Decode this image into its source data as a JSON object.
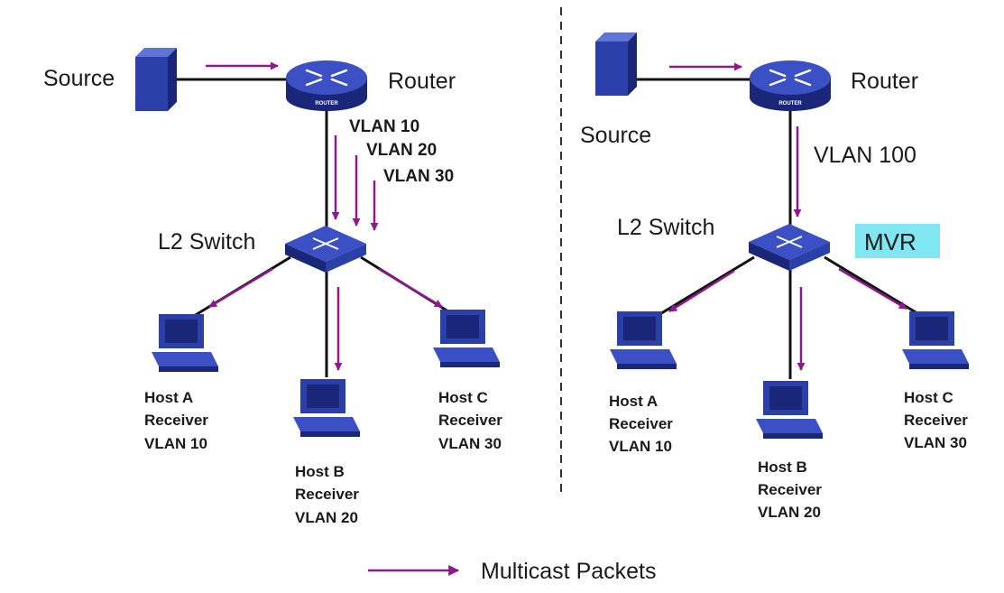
{
  "colors": {
    "arrow": "#8b1a8b",
    "link": "#111111",
    "device": "#2b3fa8",
    "device_dark": "#1a2677",
    "device_light": "#5f74d6",
    "mvr_bg": "#7fe6f2",
    "divider": "#333333"
  },
  "icons": {
    "source": "server-tower-icon",
    "router": "router-icon",
    "switch": "l2-switch-icon",
    "host": "desktop-computer-icon"
  },
  "left": {
    "source_label": "Source",
    "router_label": "Router",
    "router_badge": "ROUTER",
    "switch_label": "L2 Switch",
    "vlans": [
      "VLAN 10",
      "VLAN 20",
      "VLAN 30"
    ],
    "hosts": [
      {
        "name": "Host A",
        "role": "Receiver",
        "vlan": "VLAN 10"
      },
      {
        "name": "Host B",
        "role": "Receiver",
        "vlan": "VLAN 20"
      },
      {
        "name": "Host C",
        "role": "Receiver",
        "vlan": "VLAN 30"
      }
    ]
  },
  "right": {
    "source_label": "Source",
    "router_label": "Router",
    "router_badge": "ROUTER",
    "switch_label": "L2 Switch",
    "vlan": "VLAN 100",
    "mvr_label": "MVR",
    "hosts": [
      {
        "name": "Host A",
        "role": "Receiver",
        "vlan": "VLAN 10"
      },
      {
        "name": "Host B",
        "role": "Receiver",
        "vlan": "VLAN 20"
      },
      {
        "name": "Host C",
        "role": "Receiver",
        "vlan": "VLAN 30"
      }
    ]
  },
  "legend": {
    "label": "Multicast Packets"
  }
}
